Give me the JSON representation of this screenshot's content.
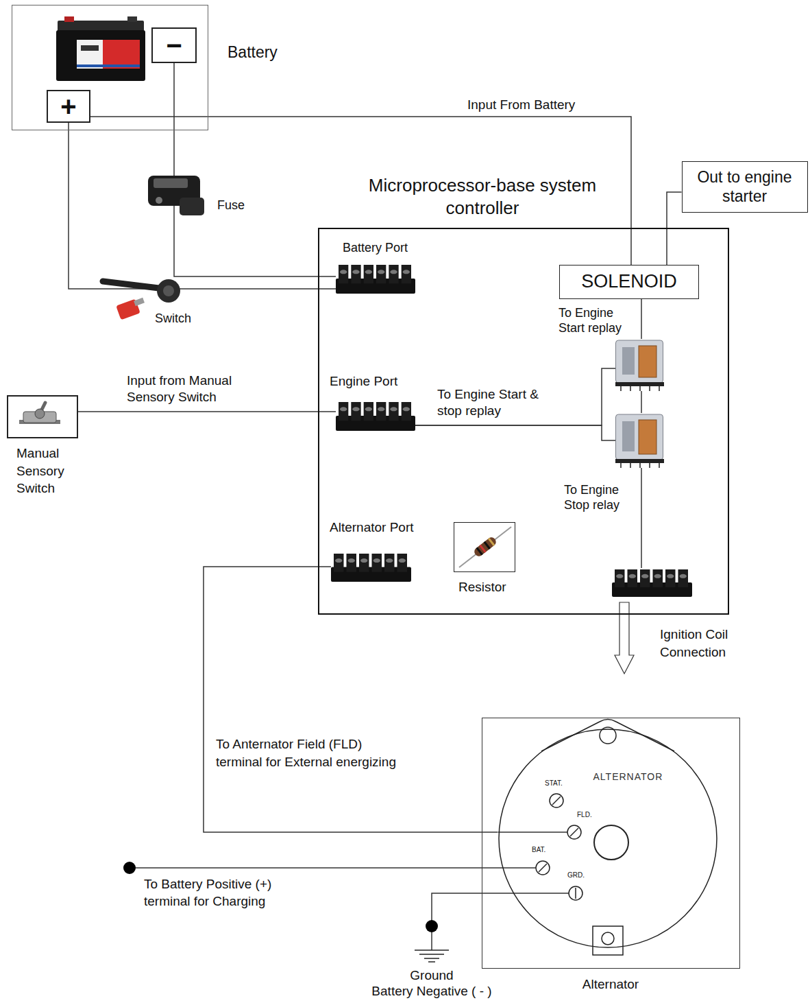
{
  "diagram": {
    "nodes": [
      {
        "text": [
          "Battery"
        ]
      },
      {
        "text": [
          "−"
        ],
        "in": 0
      },
      {
        "text": [
          "+"
        ],
        "in": 0
      },
      {
        "text": [
          "Out to engine starter"
        ]
      },
      {
        "text": [
          "Microprocessor-base system controller"
        ]
      },
      {
        "text": [
          "Battery Port"
        ],
        "in": 4
      },
      {
        "text": [
          "SOLENOID"
        ],
        "in": 4
      },
      {
        "text": [
          "To Engine Start replay"
        ],
        "in": 4
      },
      {
        "text": [
          "Manual Sensory Switch"
        ]
      },
      {
        "text": [
          "Engine Port"
        ],
        "in": 4
      },
      {
        "text": [
          "To Engine Stop relay"
        ],
        "in": 4
      },
      {
        "text": [
          "Alternator Port"
        ],
        "in": 4
      },
      {
        "text": [
          "Resistor"
        ],
        "in": 4
      },
      {
        "text": [
          "Ignition Coil Connection"
        ],
        "in": 4
      },
      {
        "text": [
          "Alternator"
        ]
      },
      {
        "text": [
          "ALTERNATOR"
        ],
        "in": 14
      }
    ],
    "edges": [
      {
        "from": 1,
        "to": 5,
        "arrow": "none"
      },
      {
        "from": 2,
        "to": 5,
        "arrow": "none"
      },
      {
        "from": 2,
        "to": 6,
        "label": "Input From Battery",
        "arrow": "none"
      },
      {
        "from": 6,
        "to": 3,
        "arrow": "none"
      },
      {
        "from": 6,
        "to": 7,
        "arrow": "none"
      },
      {
        "from": 8,
        "to": 9,
        "label": "Input from Manual Sensory Switch",
        "arrow": "none"
      },
      {
        "from": 9,
        "to": 7,
        "label": "To Engine Start & stop replay",
        "arrow": "none"
      },
      {
        "from": 9,
        "to": 10,
        "arrow": "none"
      },
      {
        "from": 7,
        "to": 10,
        "arrow": "none"
      },
      {
        "from": 10,
        "to": 13,
        "arrow": "none"
      },
      {
        "from": 11,
        "to": 15,
        "label": "To Anternator Field (FLD) terminal for External energizing",
        "arrow": "none"
      }
    ],
    "labels": [
      "Fuse",
      "Switch",
      "STAT.",
      "FLD.",
      "BAT.",
      "GRD.",
      "To Battery Positive (+) terminal for Charging",
      "Ground",
      "Battery Negative ( - )"
    ]
  }
}
